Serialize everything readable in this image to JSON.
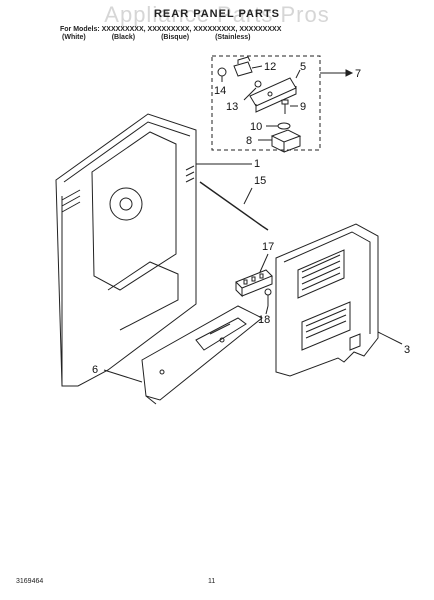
{
  "watermark": "Appliance Parts Pros",
  "header": {
    "title": "REAR PANEL PARTS",
    "models_line": "For Models: XXXXXXXXX, XXXXXXXXX, XXXXXXXXX, XXXXXXXXX",
    "colors": [
      "(White)",
      "(Black)",
      "(Bisque)",
      "(Stainless)"
    ]
  },
  "callouts": [
    "1",
    "3",
    "5",
    "6",
    "7",
    "8",
    "9",
    "10",
    "12",
    "13",
    "14",
    "15",
    "17",
    "18"
  ],
  "footer": {
    "doc_code": "3169464",
    "page_number": "11"
  }
}
